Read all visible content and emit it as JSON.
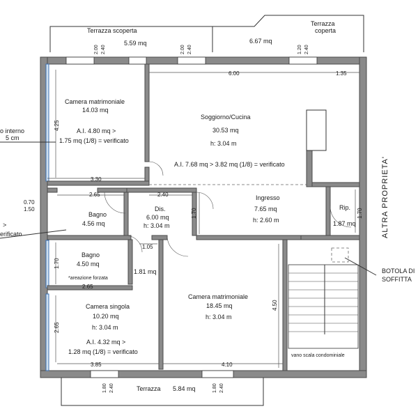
{
  "rooms": {
    "terrazza_scoperta": {
      "name": "Terrazza scoperta",
      "area": "5.59 mq"
    },
    "terrazza_coperta": {
      "name_line1": "Terrazza",
      "name_line2": "coperta",
      "area": "6.67 mq"
    },
    "camera_matrimoniale_1": {
      "name": "Camera matrimoniale",
      "area": "14.03 mq",
      "ai_line1": "A.I. 4.80 mq >",
      "ai_line2": "1.75 mq (1/8) = verificato"
    },
    "soggiorno": {
      "name": "Soggiorno/Cucina",
      "area": "30.53 mq",
      "height": "h: 3.04 m",
      "ai": "A.I. 7.68 mq > 3.82 mq (1/8) = verificato"
    },
    "bagno_1": {
      "name": "Bagno",
      "area": "4.56 mq"
    },
    "dis": {
      "name": "Dis.",
      "area": "6.00 mq",
      "height": "h: 3.04 m"
    },
    "ingresso": {
      "name": "Ingresso",
      "area": "7.65 mq",
      "height": "h: 2.60 m"
    },
    "rip": {
      "name": "Rip.",
      "area": "1.87 mq"
    },
    "bagno_2": {
      "name": "Bagno",
      "area": "4.50 mq",
      "note": "*areazione forzata"
    },
    "closet": {
      "area": "1.81 mq"
    },
    "camera_singola": {
      "name": "Camera singola",
      "area": "10.20 mq",
      "height": "h: 3.04 m",
      "ai_line1": "A.I. 4.32 mq >",
      "ai_line2": "1.28 mq (1/8) = verificato"
    },
    "camera_matrimoniale_2": {
      "name": "Camera matrimoniale",
      "area": "18.45 mq",
      "height": "h: 3.04 m"
    },
    "terrazza_sud": {
      "name": "Terrazza",
      "area": "5.84 mq"
    }
  },
  "labels": {
    "altra_proprieta": "ALTRA PROPRIETA'",
    "botola_line1": "BOTOLA DI",
    "botola_line2": "SOFFITTA",
    "vano_scala": "vano scala condominiale",
    "left_cut_1": "o interno",
    "left_cut_2": "5 cm",
    "left_cut_3": ">",
    "left_cut_4": "erificato"
  },
  "dimensions": {
    "d_600": "6.00",
    "d_135": "1.35",
    "d_330": "3.30",
    "d_265_a": "2.65",
    "d_240_a": "2.40",
    "d_070": "0.70",
    "d_150": "1.50",
    "d_425": "4.25",
    "d_170_a": "1.70",
    "d_170_b": "1.70",
    "d_170_c": "1.70",
    "d_105": "1.05",
    "d_265_b": "2.65",
    "d_265_c": "2.65",
    "d_385": "3.85",
    "d_410": "4.10",
    "d_450": "4.50",
    "win_top_1a": "2.00",
    "win_top_1b": "2.40",
    "win_top_2a": "2.00",
    "win_top_2b": "2.40",
    "win_top_3a": "1.20",
    "win_top_3b": "2.40",
    "win_bot_1a": "1.80",
    "win_bot_1b": "2.40",
    "win_bot_2a": "1.80",
    "win_bot_2b": "2.40"
  }
}
